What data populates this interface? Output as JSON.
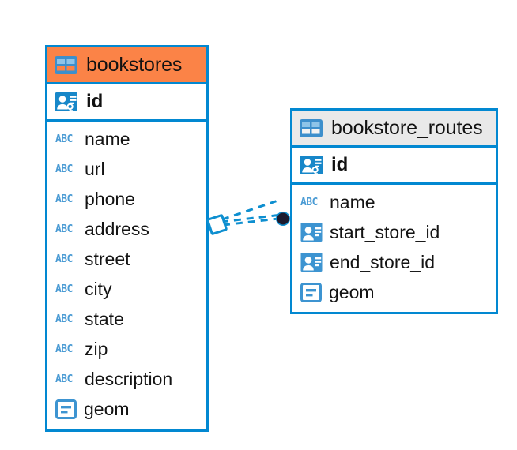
{
  "diagram": {
    "type": "entity-relationship-diagram",
    "background_color": "#ffffff",
    "border_color": "#0288d1",
    "accent_header_color": "#fb8347",
    "neutral_header_color": "#e9e9e9"
  },
  "entities": [
    {
      "name": "bookstores",
      "header_style": "accent",
      "primary_key": {
        "label": "id",
        "icon": "primary-key-icon"
      },
      "fields": [
        {
          "label": "name",
          "icon": "string-type-icon"
        },
        {
          "label": "url",
          "icon": "string-type-icon"
        },
        {
          "label": "phone",
          "icon": "string-type-icon"
        },
        {
          "label": "address",
          "icon": "string-type-icon"
        },
        {
          "label": "street",
          "icon": "string-type-icon"
        },
        {
          "label": "city",
          "icon": "string-type-icon"
        },
        {
          "label": "state",
          "icon": "string-type-icon"
        },
        {
          "label": "zip",
          "icon": "string-type-icon"
        },
        {
          "label": "description",
          "icon": "string-type-icon"
        },
        {
          "label": "geom",
          "icon": "geometry-type-icon"
        }
      ]
    },
    {
      "name": "bookstore_routes",
      "header_style": "neutral",
      "primary_key": {
        "label": "id",
        "icon": "primary-key-icon"
      },
      "fields": [
        {
          "label": "name",
          "icon": "string-type-icon"
        },
        {
          "label": "start_store_id",
          "icon": "foreign-key-icon"
        },
        {
          "label": "end_store_id",
          "icon": "foreign-key-icon"
        },
        {
          "label": "geom",
          "icon": "geometry-type-icon"
        }
      ]
    }
  ],
  "relationship": {
    "style": "dashed",
    "color": "#0e8fd0",
    "source_marker": "diamond-outline",
    "target_marker": "filled-circle",
    "target_marker_color": "#1b1b2f"
  },
  "icon_glyphs": {
    "string_type": "ABC"
  }
}
